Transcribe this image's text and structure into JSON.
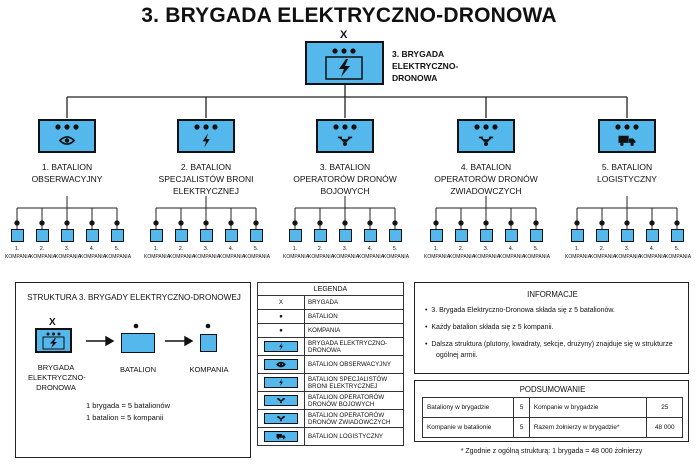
{
  "title": "3. BRYGADA ELEKTRYCZNO-DRONOWA",
  "brigade": {
    "symbol": "X",
    "label": "3. BRYGADA ELEKTRYCZNO-DRONOWA"
  },
  "battalions": [
    {
      "label": "1. BATALION OBSERWACYJNY",
      "icon": "eye-icon"
    },
    {
      "label": "2. BATALION SPECJALISTÓW BRONI ELEKTRYCZNEJ",
      "icon": "lightning-icon"
    },
    {
      "label": "3. BATALION OPERATORÓW DRONÓW BOJOWYCH",
      "icon": "combat-drone-icon"
    },
    {
      "label": "4. BATALION OPERATORÓW DRONÓW ZWIADOWCZYCH",
      "icon": "recon-drone-icon"
    },
    {
      "label": "5. BATALION LOGISTYCZNY",
      "icon": "truck-icon"
    }
  ],
  "companies": [
    {
      "num": "1.",
      "label": "KOMPANIA"
    },
    {
      "num": "2.",
      "label": "KOMPANIA"
    },
    {
      "num": "3.",
      "label": "KOMPANIA"
    },
    {
      "num": "4.",
      "label": "KOMPANIA"
    },
    {
      "num": "5.",
      "label": "KOMPANIA"
    }
  ],
  "structure": {
    "title": "STRUKTURA 3. BRYGADY ELEKTRYCZNO-DRONOWEJ",
    "brigade_symbol": "X",
    "brigade_label": "BRYGADA ELEKTRYCZNO-DRONOWA",
    "battalion_label": "BATALION",
    "company_label": "KOMPANIA",
    "rule1": "1 brygada = 5 batalionów",
    "rule2": "1 batalion = 5 kompanii"
  },
  "legend": {
    "title": "LEGENDA",
    "rows": [
      {
        "symbol": "X",
        "label": "BRYGADA"
      },
      {
        "symbol": "●",
        "label": "BATALION"
      },
      {
        "symbol": "●",
        "label": "KOMPANIA"
      },
      {
        "symbol": "",
        "label": "BRYGADA ELEKTRYCZNO-DRONOWA"
      },
      {
        "symbol": "",
        "label": "BATALION OBSERWACYJNY"
      },
      {
        "symbol": "",
        "label": "BATALION SPECJALISTÓW BRONI ELEKTRYCZNEJ"
      },
      {
        "symbol": "",
        "label": "BATALION OPERATORÓW DRONÓW BOJOWYCH"
      },
      {
        "symbol": "",
        "label": "BATALION OPERATORÓW DRONÓW ZWIADOWCZYCH"
      },
      {
        "symbol": "",
        "label": "BATALION LOGISTYCZNY"
      }
    ]
  },
  "info": {
    "title": "INFORMACJE",
    "items": [
      "3. Brygada Elektryczno-Dronowa składa się z 5 batalionów.",
      "Każdy batalion składa się z 5 kompanii.",
      "Dalsza struktura (plutony, kwadraty, sekcje, drużyny) znajduje się w strukturze ogólnej armii."
    ]
  },
  "summary": {
    "title": "PODSUMOWANIE",
    "rows": [
      [
        "Bataliony w brygadzie",
        "5",
        "Kompanie w brygadzie",
        "25"
      ],
      [
        "Kompanie w batalionie",
        "5",
        "Razem żołnierzy w brygadzie*",
        "48 000"
      ]
    ],
    "footnote": "* Zgodnie z ogólną strukturą: 1 brygada = 48 000 żołnierzy"
  },
  "colors": {
    "unit_fill": "#55b8ec",
    "outline": "#111111"
  }
}
